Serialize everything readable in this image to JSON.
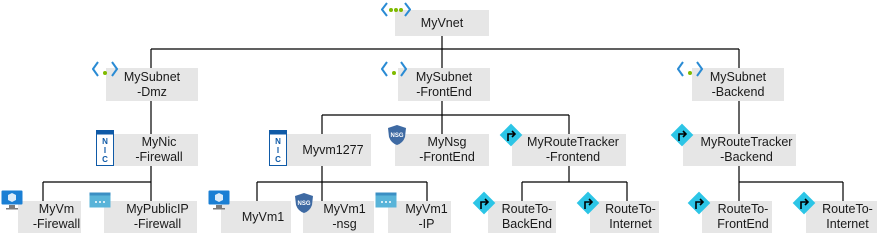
{
  "colors": {
    "node_fill": "#e6e6e6",
    "line": "#000000",
    "vnet_dots": "#7fba00",
    "vnet_brackets": "#2a8bd4",
    "nic_blue": "#0f5aa7",
    "nsg_blue": "#3e6aa3",
    "route_cyan": "#2cc5e6",
    "vm_blue": "#1a7fd4",
    "pip_blue": "#59b4d9"
  },
  "nodes": {
    "vnet": {
      "label": "MyVnet",
      "icon": "vnet-icon"
    },
    "subnet_dmz": {
      "label": "MySubnet\n-Dmz",
      "icon": "subnet-icon"
    },
    "subnet_front": {
      "label": "MySubnet\n-FrontEnd",
      "icon": "subnet-icon"
    },
    "subnet_back": {
      "label": "MySubnet\n-Backend",
      "icon": "subnet-icon"
    },
    "nic_fw": {
      "label": "MyNic\n-Firewall",
      "icon": "nic-icon"
    },
    "nic_vm1277": {
      "label": "Myvm1277",
      "icon": "nic-icon"
    },
    "nsg_front": {
      "label": "MyNsg\n-FrontEnd",
      "icon": "nsg-icon"
    },
    "rt_front": {
      "label": "MyRouteTracker\n-Frontend",
      "icon": "route-table-icon"
    },
    "rt_back": {
      "label": "MyRouteTracker\n-Backend",
      "icon": "route-table-icon"
    },
    "vm_fw": {
      "label": "MyVm\n-Firewall",
      "icon": "vm-icon"
    },
    "pip_fw": {
      "label": "MyPublicIP\n-Firewall",
      "icon": "public-ip-icon"
    },
    "vm1": {
      "label": "MyVm1",
      "icon": "vm-icon"
    },
    "vm1_nsg": {
      "label": "MyVm1\n-nsg",
      "icon": "nsg-icon"
    },
    "vm1_ip": {
      "label": "MyVm1\n-IP",
      "icon": "public-ip-icon"
    },
    "route_backend": {
      "label": "RouteTo-\nBackEnd",
      "icon": "route-icon"
    },
    "route_internet1": {
      "label": "RouteTo-\nInternet",
      "icon": "route-icon"
    },
    "route_frontend": {
      "label": "RouteTo-\nFrontEnd",
      "icon": "route-icon"
    },
    "route_internet2": {
      "label": "RouteTo-\nInternet",
      "icon": "route-icon"
    }
  },
  "icon_text": {
    "nic": "NIC",
    "nsg": "NSG"
  }
}
